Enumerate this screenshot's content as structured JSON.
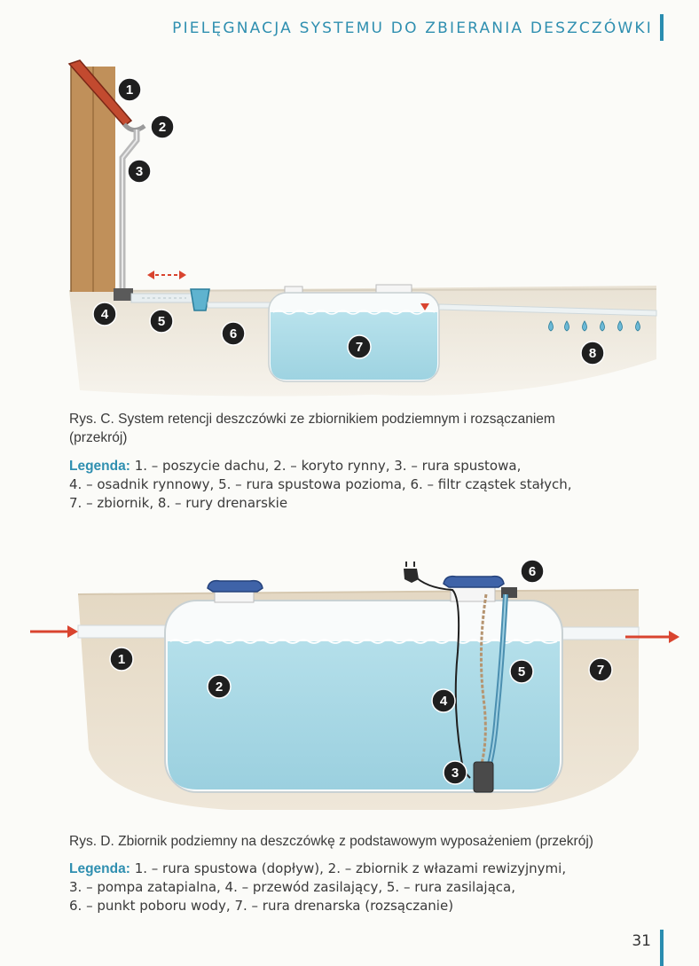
{
  "header": {
    "title": "PIELĘGNACJA SYSTEMU DO ZBIERANIA DESZCZÓWKI"
  },
  "figure_c": {
    "badges": [
      "1",
      "2",
      "3",
      "4",
      "5",
      "6",
      "7",
      "8"
    ],
    "caption_line1": "Rys. C. System retencji deszczówki ze zbiornikiem podziemnym i rozsączaniem",
    "caption_line2": "(przekrój)",
    "legend_label": "Legenda:",
    "legend_lines": [
      "1. – poszycie dachu, 2. – koryto rynny, 3. – rura spustowa,",
      "4. – osadnik rynnowy, 5. – rura spustowa pozioma, 6. – filtr cząstek stałych,",
      "7. – zbiornik, 8. – rury drenarskie"
    ]
  },
  "figure_d": {
    "badges": [
      "1",
      "2",
      "3",
      "4",
      "5",
      "6",
      "7"
    ],
    "caption": "Rys. D. Zbiornik podziemny na deszczówkę z podstawowym wyposażeniem (przekrój)",
    "legend_label": "Legenda:",
    "legend_lines": [
      "1. – rura spustowa (dopływ), 2. – zbiornik z włazami rewizyjnymi,",
      "3. – pompa zatapialna, 4. – przewód zasilający, 5. – rura zasilająca,",
      "6. – punkt poboru wody, 7. – rura drenarska (rozsączanie)"
    ]
  },
  "footer": {
    "page_number": "31"
  },
  "colors": {
    "accent": "#2f8fb0",
    "water": "#a9dbe6",
    "soil": "#e6dccb",
    "wood": "#b9874f",
    "badge": "#1f1f1f",
    "arrow": "#d9442f"
  }
}
